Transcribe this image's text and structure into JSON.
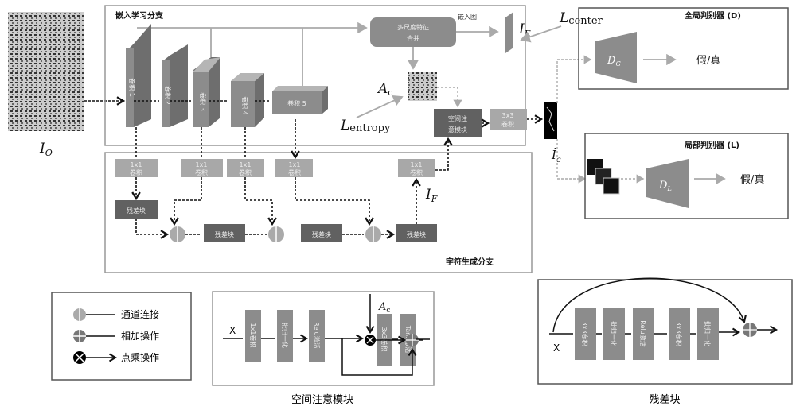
{
  "input": {
    "label": "I",
    "sub": "O"
  },
  "embed_branch": {
    "title": "嵌入学习分支",
    "convs": [
      "卷积 1",
      "卷积 2",
      "卷积 3",
      "卷积 4",
      "卷积 5"
    ],
    "merge": [
      "多尺度特征",
      "合并"
    ],
    "embed_map": "嵌入图",
    "I_E": {
      "label": "I",
      "sub": "E"
    },
    "L_center": {
      "label": "L",
      "sub": "center"
    },
    "A_c": {
      "label": "A",
      "sub": "c"
    },
    "L_entropy": {
      "label": "L",
      "sub": "entropy"
    },
    "attention": [
      "空间注",
      "意模块"
    ],
    "conv3x3": [
      "3x3",
      "卷积"
    ]
  },
  "char_branch": {
    "title": "字符生成分支",
    "conv1x1": [
      "1x1",
      "卷积"
    ],
    "res": "残差块",
    "I_F": {
      "label": "I",
      "sub": "F"
    }
  },
  "output": {
    "label": "Î",
    "sub": "c"
  },
  "global_d": {
    "title": "全局判别器 (D)",
    "net": {
      "label": "D",
      "sub": "G"
    },
    "result": "假/真"
  },
  "local_d": {
    "title": "局部判别器 (L)",
    "net": {
      "label": "D",
      "sub": "L"
    },
    "result": "假/真"
  },
  "legend": {
    "items": [
      "通道连接",
      "相加操作",
      "点乘操作"
    ]
  },
  "sam": {
    "caption": "空间注意模块",
    "x": "X",
    "ac": {
      "label": "A",
      "sub": "c"
    },
    "blocks": [
      "1x1卷积",
      "批归一化",
      "Relu激活",
      "3x3卷积",
      "Tanh激活"
    ]
  },
  "resblock": {
    "caption": "残差块",
    "x": "X",
    "blocks": [
      "3x3卷积",
      "批归一化",
      "Relu激活",
      "3x3卷积",
      "批归一化"
    ]
  },
  "colors": {
    "dark_block": "#616161",
    "mid_block": "#8c8c8c",
    "light_block": "#a8a8a8",
    "frame": "#999999"
  }
}
